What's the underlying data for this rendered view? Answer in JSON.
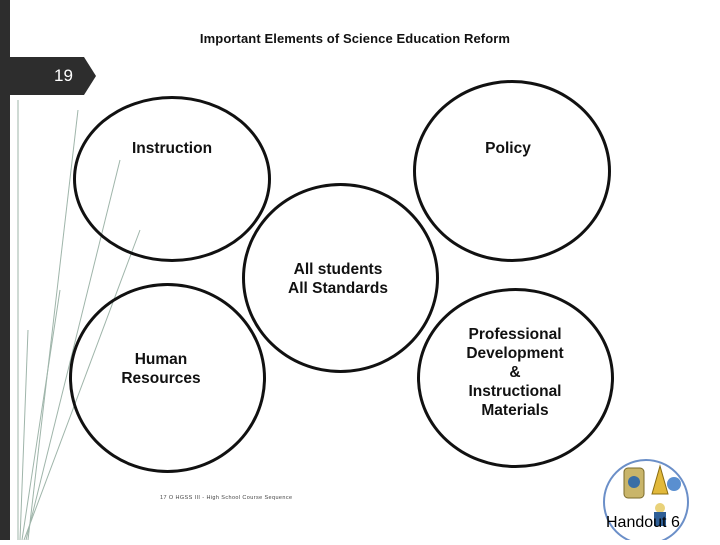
{
  "slide": {
    "number": "19",
    "title": "Important Elements of Science Education Reform",
    "footer": "17 O HGSS III - High School Course Sequence",
    "handout": "Handout 6"
  },
  "diagram": {
    "nodes": [
      {
        "id": "instruction",
        "label": "Instruction"
      },
      {
        "id": "policy",
        "label": "Policy"
      },
      {
        "id": "center",
        "label_line1": "All students",
        "label_line2": "All Standards"
      },
      {
        "id": "human",
        "label_line1": "Human",
        "label_line2": "Resources"
      },
      {
        "id": "professional",
        "label_line1": "Professional",
        "label_line2": "Development",
        "label_line3": "&",
        "label_line4": "Instructional",
        "label_line5": "Materials"
      }
    ]
  },
  "colors": {
    "sidebar": "#2d2d2d",
    "accent_line": "#8ea89a",
    "badge": "#2d2d2d"
  },
  "icons": [
    "slide-number-badge",
    "school-logo"
  ]
}
